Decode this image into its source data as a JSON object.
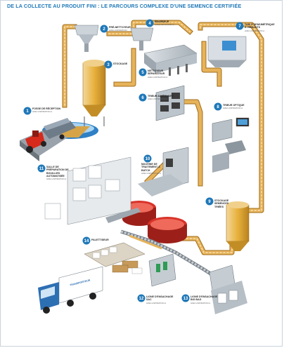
{
  "title": "DE LA COLLECTE AU PRODUIT FINI : LE PARCOURS COMPLEXE D'UNE SEMENCE CERTIFIÉE",
  "steps": [
    {
      "num": "1",
      "label": "FOSSE DE RÉCEPTION",
      "sub": "AVEC ASPIRATION A"
    },
    {
      "num": "2",
      "label": "PRÉ-NETTOYEUR",
      "sub": "AVEC ASPIRATION"
    },
    {
      "num": "3",
      "label": "STOCKAGE",
      "sub": ""
    },
    {
      "num": "4",
      "label": "ÉBARBEUR",
      "sub": "AVEC ASPIRATION A"
    },
    {
      "num": "5",
      "label": "NETTOYEUR SÉPARATEUR",
      "sub": "AVEC ASPIRATION A"
    },
    {
      "num": "6",
      "label": "TRIEUR ALVÉOLAIRE",
      "sub": "AVEC ASPIRATION A"
    },
    {
      "num": "7",
      "label": "TABLE DENSIMÉTRIQUE À VIBRANTS",
      "sub": "AVEC ASPIRATION A"
    },
    {
      "num": "8",
      "label": "TRIEUR OPTIQUE",
      "sub": "AVEC ASPIRATION A"
    },
    {
      "num": "9",
      "label": "STOCKAGE SEMENCES TRIÉES",
      "sub": ""
    },
    {
      "num": "10",
      "label": "MACHINE DE TRAITEMENT À BATCH",
      "sub": "AVEC ASPIRATION A"
    },
    {
      "num": "11",
      "label": "SALLE DE PRÉPARATION DE BOUILLIES AUTOMATISÉE",
      "sub": "AVEC ASPIRATION A"
    },
    {
      "num": "12",
      "label": "LIGNE D'ENSACHAGE SAC",
      "sub": "AVEC ASPIRATION A"
    },
    {
      "num": "13",
      "label": "LIGNE D'ENSACHAGE BIG BAG",
      "sub": "AVEC ASPIRATION A"
    },
    {
      "num": "14",
      "label": "PALETTISEUR",
      "sub": ""
    }
  ],
  "truck_brand": "TRANSPORTEUR",
  "colors": {
    "accent": "#1f78b8",
    "conveyor": "#e7b35a",
    "conveyor_dark": "#a06d1a",
    "tank": "#e2a72e",
    "tractor": "#d62a1c",
    "treatment": "#d8332a",
    "machine": "#8f9aa3"
  }
}
